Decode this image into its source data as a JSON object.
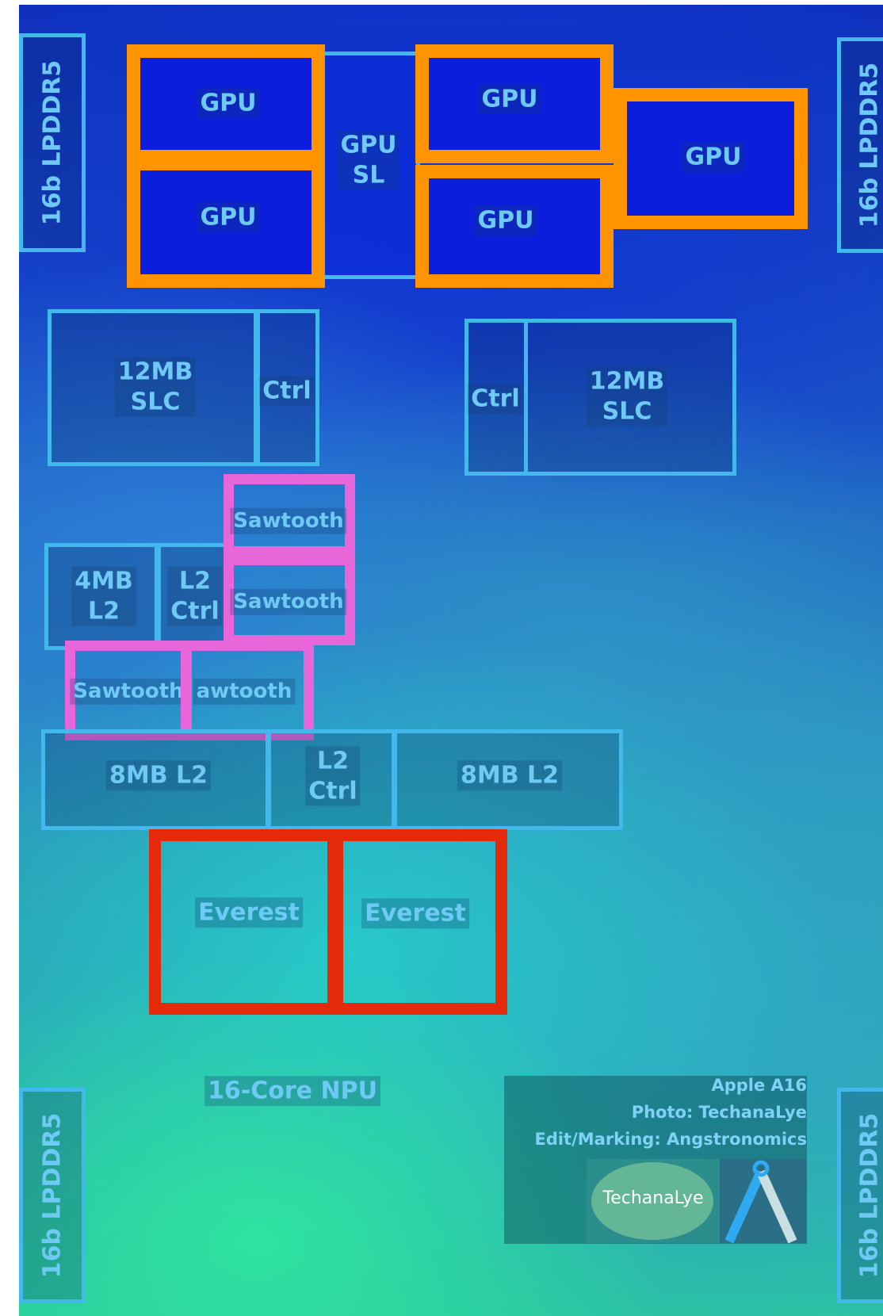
{
  "labels": {
    "lpddr_tl": "16b LPDDR5",
    "lpddr_tr": "16b LPDDR5",
    "lpddr_bl": "16b LPDDR5",
    "lpddr_br": "16b LPDDR5",
    "gpu_1": "GPU",
    "gpu_2": "GPU",
    "gpu_3": "GPU",
    "gpu_4": "GPU",
    "gpu_5": "GPU",
    "gpu_sl": "GPU\nSL",
    "slc_left": "12MB\nSLC",
    "ctrl_left": "Ctrl",
    "ctrl_right": "Ctrl",
    "slc_right": "12MB\nSLC",
    "sawtooth_1": "Sawtooth",
    "sawtooth_2": "Sawtooth",
    "sawtooth_3": "Sawtooth",
    "sawtooth_4": "awtooth",
    "l2_4mb": "4MB\nL2",
    "l2_ctrl_small": "L2\nCtrl",
    "l2_8mb_left": "8MB L2",
    "l2_ctrl_mid": "L2\nCtrl",
    "l2_8mb_right": "8MB L2",
    "everest_1": "Everest",
    "everest_2": "Everest",
    "npu": "16-Core NPU"
  },
  "credits": {
    "chip": "Apple A16",
    "photo": "Photo: TechanaLye",
    "edit": "Edit/Marking: Angstronomics",
    "logo_techanalye": "TechanaLye"
  },
  "colors": {
    "gpu_outline": "#ff9300",
    "sawtooth_outline": "#e767db",
    "everest_outline": "#e42a0b",
    "block_outline": "#43b8ec",
    "label_text": "#6ec9f4"
  }
}
